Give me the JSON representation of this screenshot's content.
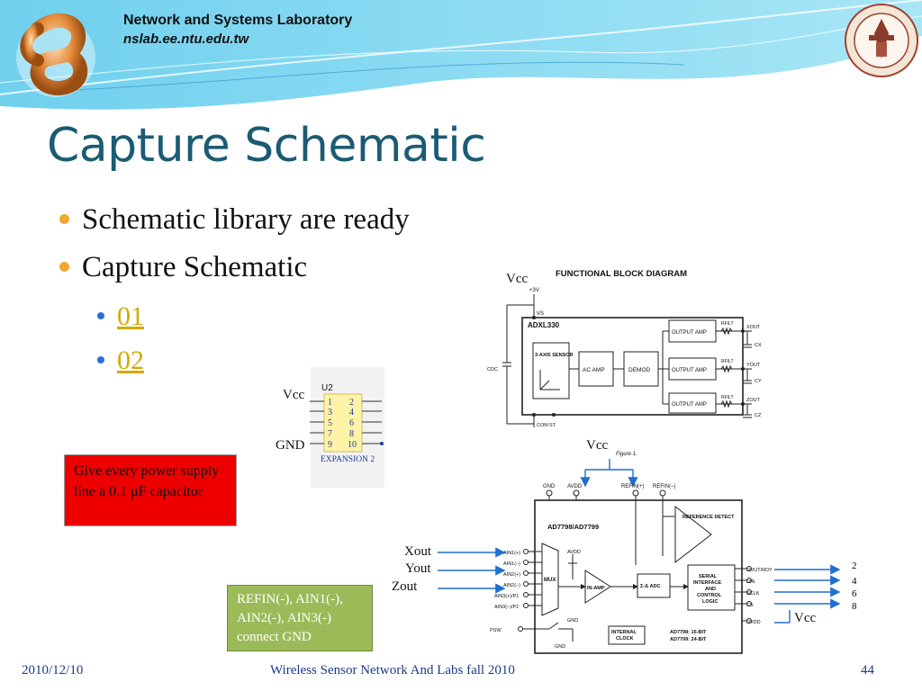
{
  "header": {
    "lab_name": "Network and Systems Laboratory",
    "lab_url": "nslab.ee.ntu.edu.tw"
  },
  "title": "Capture Schematic",
  "bullets": [
    "Schematic library are ready",
    "Capture Schematic"
  ],
  "sub_links": [
    "01",
    "02"
  ],
  "red_note": "Give every power supply line a 0.1 μF capacitor",
  "green_note": "REFIN(-), AIN1(-), AIN2(-), AIN3(-) connect GND",
  "labels": {
    "vcc_top": "Vcc",
    "vcc_mid": "Vcc",
    "gnd": "GND",
    "vcc_lower": "Vcc",
    "vcc_bottom": "Vcc",
    "xout": "Xout",
    "yout": "Yout",
    "zout": "Zout",
    "pin_2": "2",
    "pin_4": "4",
    "pin_6": "6",
    "pin_8": "8"
  },
  "u2_connector": {
    "ref": "U2",
    "pins_left": [
      "1",
      "3",
      "5",
      "7",
      "9"
    ],
    "pins_right": [
      "2",
      "4",
      "6",
      "8",
      "10"
    ],
    "name": "EXPANSION 2"
  },
  "adxl_diagram": {
    "heading": "FUNCTIONAL BLOCK DIAGRAM",
    "supply": "+3V",
    "vs": "VS",
    "chip": "ADXL330",
    "sensor": "3-AXIS SENSOR",
    "ac_amp": "AC AMP",
    "demod": "DEMOD",
    "output_amp": "OUTPUT AMP",
    "rfilt": "RFILT",
    "outputs": [
      "XOUT",
      "YOUT",
      "ZOUT"
    ],
    "caps": [
      "CX",
      "CY",
      "CZ"
    ],
    "cdc": "CDC",
    "com": "COM",
    "st": "ST",
    "figure": "Figure 1."
  },
  "ad_diagram": {
    "chip": "AD7798/AD7799",
    "gnd": "GND",
    "avdd": "AVDD",
    "refin_plus": "REFIN(+)",
    "refin_minus": "REFIN(–)",
    "ref_detect": "REFERENCE DETECT",
    "inputs": [
      "AIN1(+)",
      "AIN1(–)",
      "AIN2(+)",
      "AIN2(–)",
      "AIN3(+)/P1",
      "AIN3(–)/P2"
    ],
    "mux": "MUX",
    "in_amp": "IN-AMP",
    "adc": "Σ-Δ ADC",
    "serial": [
      "SERIAL",
      "INTERFACE",
      "AND",
      "CONTROL",
      "LOGIC"
    ],
    "outputs": [
      "DOUT/RDY",
      "DIN",
      "SCLK",
      "CS",
      "DVDD"
    ],
    "psw": "PSW",
    "internal_clock": [
      "INTERNAL",
      "CLOCK"
    ],
    "bits": [
      "AD7798: 16-BIT",
      "AD7799: 24-BIT"
    ]
  },
  "footer": {
    "date": "2010/12/10",
    "course": "Wireless Sensor Network And Labs fall 2010",
    "page": "44"
  },
  "colors": {
    "title": "#1b5b74",
    "bullet_dot": "#f0a830",
    "sub_dot": "#2a6fd6",
    "link": "#d5a800",
    "red_box": "#ee0000",
    "green_box": "#9bbb59",
    "arrow_blue": "#1f6fd0"
  }
}
